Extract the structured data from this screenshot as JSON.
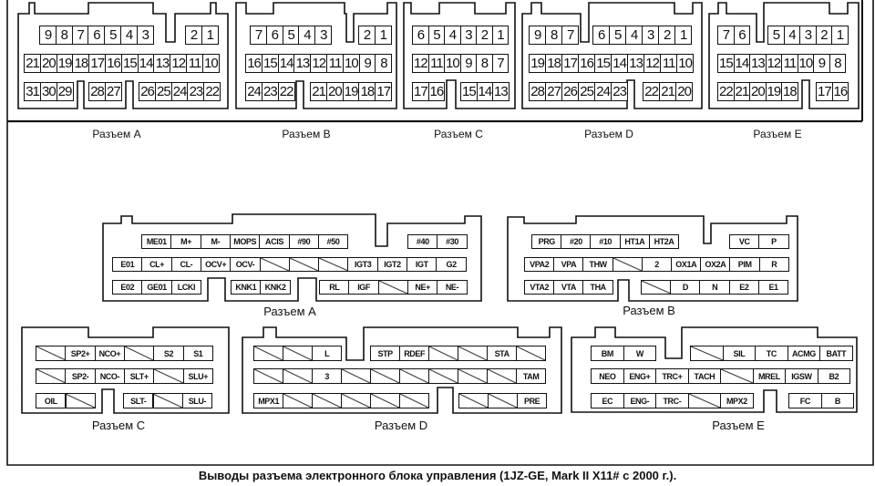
{
  "title": "Выводы разъема электронного блока управления (1JZ-GE, Mark II X11# с 2000 г.).",
  "top_connectors": [
    {
      "label": "Разъем A",
      "rows": [
        [
          [
            "9",
            "8",
            "7",
            "6",
            "5",
            "4",
            "3"
          ],
          [
            "2",
            "1"
          ]
        ],
        [
          [
            "21",
            "20",
            "19",
            "18",
            "17",
            "16",
            "15",
            "14",
            "13",
            "12",
            "11",
            "10"
          ]
        ],
        [
          [
            "31",
            "30",
            "29"
          ],
          [
            "28",
            "27"
          ],
          [
            "26",
            "25",
            "24",
            "23",
            "22"
          ]
        ]
      ]
    },
    {
      "label": "Разъем B",
      "rows": [
        [
          [
            "7",
            "6",
            "5",
            "4",
            "3"
          ],
          [
            "2",
            "1"
          ]
        ],
        [
          [
            "16",
            "15",
            "14",
            "13",
            "12",
            "11",
            "10",
            "9",
            "8"
          ]
        ],
        [
          [
            "24",
            "23",
            "22"
          ],
          [
            "21",
            "20",
            "19",
            "18",
            "17"
          ]
        ]
      ]
    },
    {
      "label": "Разъем C",
      "rows": [
        [
          [
            "6",
            "5",
            "4",
            "3",
            "2",
            "1"
          ]
        ],
        [
          [
            "12",
            "11",
            "10",
            "9",
            "8",
            "7"
          ]
        ],
        [
          [
            "17",
            "16"
          ],
          [
            "15",
            "14",
            "13"
          ]
        ]
      ]
    },
    {
      "label": "Разъем D",
      "rows": [
        [
          [
            "9",
            "8",
            "7"
          ],
          [
            "6",
            "5",
            "4",
            "3",
            "2",
            "1"
          ]
        ],
        [
          [
            "19",
            "18",
            "17",
            "16",
            "15",
            "14",
            "13",
            "12",
            "11",
            "10"
          ]
        ],
        [
          [
            "28",
            "27",
            "26",
            "25",
            "24",
            "23"
          ],
          [
            "22",
            "21",
            "20"
          ]
        ]
      ]
    },
    {
      "label": "Разъем E",
      "rows": [
        [
          [
            "7",
            "6"
          ],
          [
            "5",
            "4",
            "3",
            "2",
            "1"
          ]
        ],
        [
          [
            "15",
            "14",
            "13",
            "12",
            "11",
            "10",
            "9",
            "8"
          ]
        ],
        [
          [
            "22",
            "21",
            "20",
            "19",
            "18"
          ],
          [
            "17",
            "16"
          ]
        ]
      ]
    }
  ],
  "bottom_connectors": [
    {
      "label": "Разъем A",
      "rows": [
        [
          [
            "ME01",
            "M+",
            "M-",
            "MOPS",
            "ACIS",
            "#90",
            "#50"
          ],
          [
            "#40",
            "#30"
          ]
        ],
        [
          [
            "E01",
            "CL+",
            "CL-",
            "OCV+",
            "OCV-",
            "/",
            "/",
            "/",
            "IGT3",
            "IGT2",
            "IGT",
            "G2"
          ]
        ],
        [
          [
            "E02",
            "GE01",
            "LCKI"
          ],
          [
            "KNK1",
            "KNK2"
          ],
          [
            "RL",
            "IGF",
            "/",
            "NE+",
            "NE-"
          ]
        ]
      ]
    },
    {
      "label": "Разъем B",
      "rows": [
        [
          [
            "PRG",
            "#20",
            "#10",
            "HT1A",
            "HT2A"
          ],
          [
            "VC",
            "P"
          ]
        ],
        [
          [
            "VPA2",
            "VPA",
            "THW",
            "/",
            "2",
            "OX1A",
            "OX2A",
            "PIM",
            "R"
          ]
        ],
        [
          [
            "VTA2",
            "VTA",
            "THA"
          ],
          [
            "/",
            "D",
            "N",
            "E2",
            "E1"
          ]
        ]
      ]
    },
    {
      "label": "Разъем C",
      "rows": [
        [
          [
            "/",
            "SP2+",
            "NCO+",
            "/",
            "S2",
            "S1"
          ]
        ],
        [
          [
            "/",
            "SP2-",
            "NCO-",
            "SLT+",
            "/",
            "SLU+"
          ]
        ],
        [
          [
            "OIL",
            "/"
          ],
          [
            "SLT-",
            "/",
            "SLU-"
          ]
        ]
      ]
    },
    {
      "label": "Разъем D",
      "rows": [
        [
          [
            "/",
            "/",
            "L"
          ],
          [
            "STP",
            "RDEF",
            "/",
            "/",
            "STA",
            "/"
          ]
        ],
        [
          [
            "/",
            "/",
            "3",
            "/",
            "/",
            "/",
            "/",
            "/",
            "/",
            "TAM"
          ]
        ],
        [
          [
            "MPX1",
            "/",
            "/",
            "/",
            "/",
            "/"
          ],
          [
            "/",
            "/",
            "PRE"
          ]
        ]
      ]
    },
    {
      "label": "Разъем E",
      "rows": [
        [
          [
            "BM",
            "W"
          ],
          [
            "/",
            "SIL",
            "TC",
            "ACMG",
            "BATT"
          ]
        ],
        [
          [
            "NEO",
            "ENG+",
            "TRC+",
            "TACH",
            "/",
            "MREL",
            "IGSW",
            "B2"
          ]
        ],
        [
          [
            "EC",
            "ENG-",
            "TRC-",
            "/",
            "MPX2"
          ],
          [
            "FC",
            "B"
          ]
        ]
      ]
    }
  ]
}
